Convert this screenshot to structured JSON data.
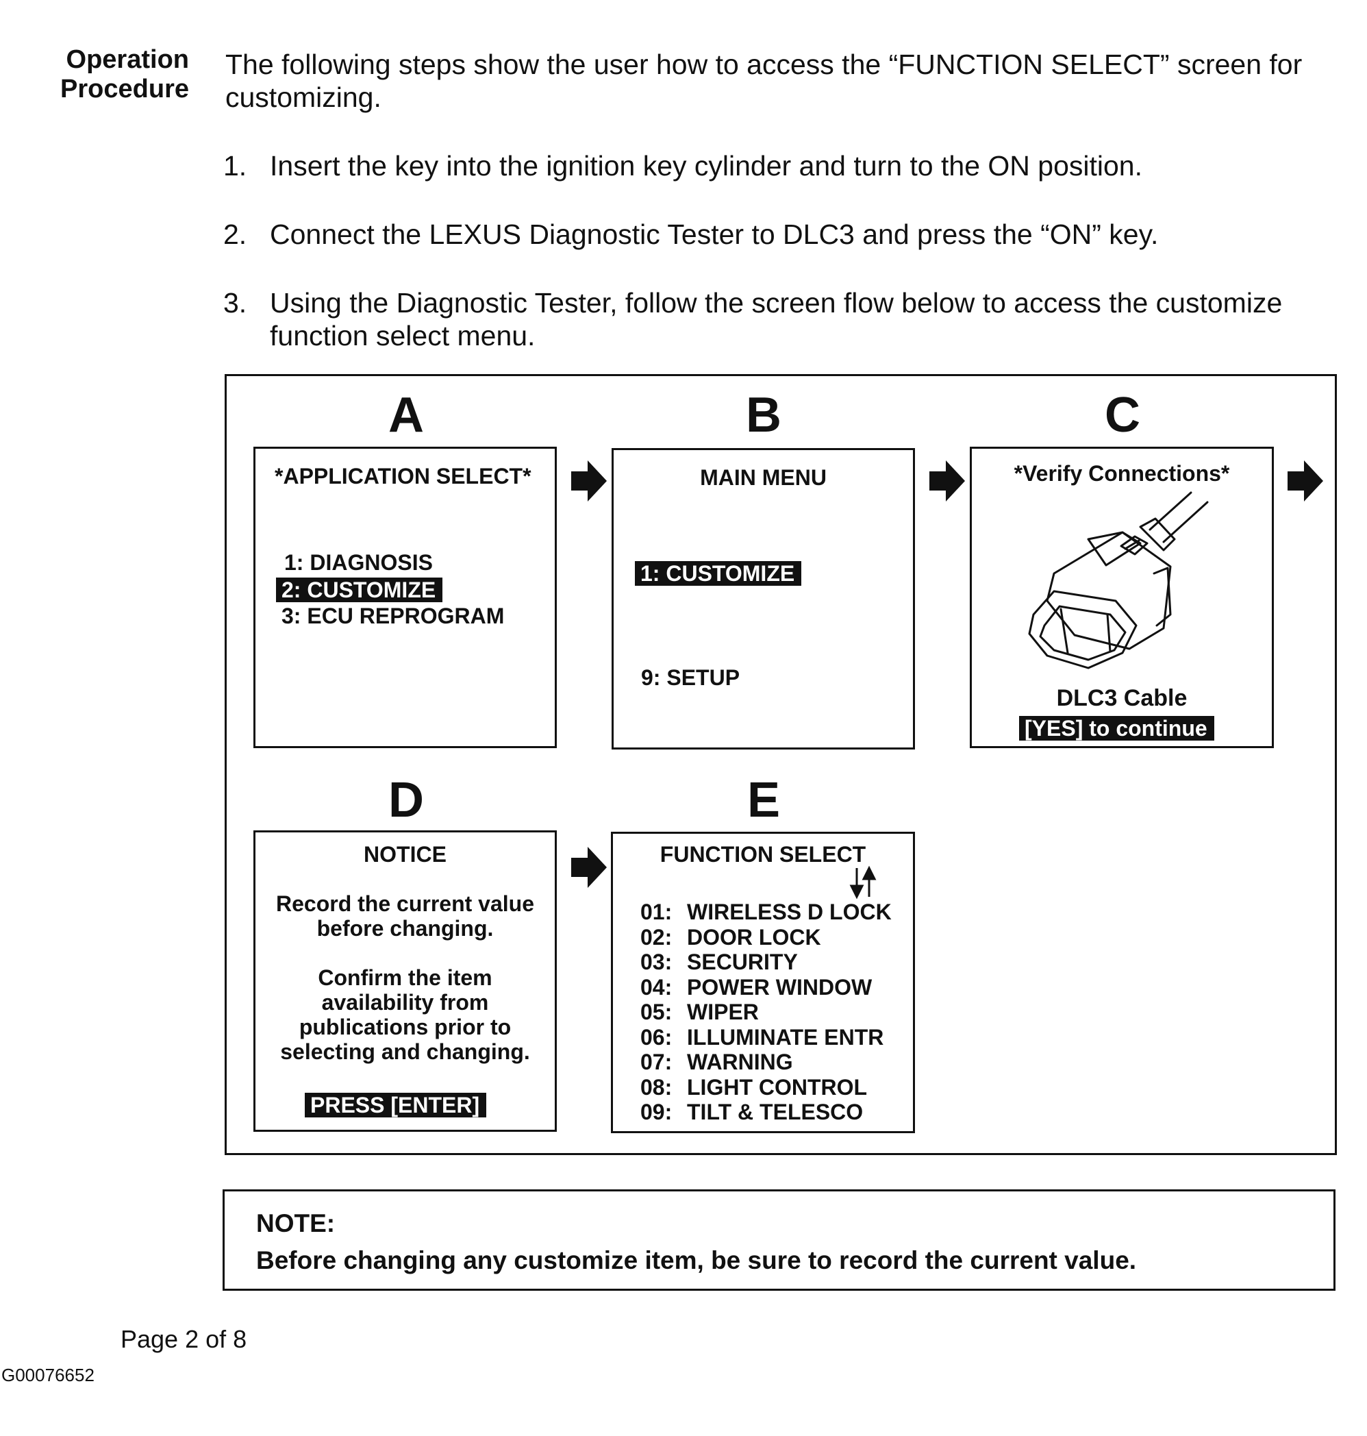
{
  "header": {
    "side_heading_line1": "Operation",
    "side_heading_line2": "Procedure",
    "intro": "The following steps show the user how to access the “FUNCTION SELECT” screen for customizing."
  },
  "steps": [
    {
      "num": "1.",
      "text": "Insert the key into the ignition key cylinder and turn to the ON position."
    },
    {
      "num": "2.",
      "text": "Connect the LEXUS Diagnostic Tester to DLC3 and press the “ON” key."
    },
    {
      "num": "3.",
      "text": "Using the Diagnostic Tester, follow the screen flow below to access the customize function select menu."
    }
  ],
  "flow": {
    "A": {
      "letter": "A",
      "title": "*APPLICATION SELECT*",
      "items": [
        "1: DIAGNOSIS",
        "2: CUSTOMIZE",
        "3: ECU REPROGRAM"
      ],
      "highlighted": "2: CUSTOMIZE"
    },
    "B": {
      "letter": "B",
      "title": "MAIN MENU",
      "items": [
        "1: CUSTOMIZE",
        "9: SETUP"
      ],
      "highlighted": "1: CUSTOMIZE"
    },
    "C": {
      "letter": "C",
      "title": "*Verify Connections*",
      "image": "dlc3-cable-connector-illustration",
      "caption": "DLC3 Cable",
      "prompt": "[YES] to continue"
    },
    "D": {
      "letter": "D",
      "title": "NOTICE",
      "para1": [
        "Record the current value",
        "before changing."
      ],
      "para2": [
        "Confirm the item",
        "availability from",
        "publications prior to",
        "selecting and changing."
      ],
      "prompt": "PRESS [ENTER]"
    },
    "E": {
      "letter": "E",
      "title": "FUNCTION SELECT",
      "scroll_icon": "up-down-arrows-icon",
      "items": [
        {
          "code": "01:",
          "name": "WIRELESS D LOCK"
        },
        {
          "code": "02:",
          "name": "DOOR LOCK"
        },
        {
          "code": "03:",
          "name": "SECURITY"
        },
        {
          "code": "04:",
          "name": "POWER WINDOW"
        },
        {
          "code": "05:",
          "name": "WIPER"
        },
        {
          "code": "06:",
          "name": "ILLUMINATE ENTR"
        },
        {
          "code": "07:",
          "name": "WARNING"
        },
        {
          "code": "08:",
          "name": "LIGHT CONTROL"
        },
        {
          "code": "09:",
          "name": "TILT & TELESCO"
        }
      ]
    },
    "arrow_icon": "right-arrow-icon"
  },
  "note": {
    "label": "NOTE:",
    "text": "Before changing any customize item, be sure to record the current value."
  },
  "footer": {
    "page": "Page 2 of 8",
    "code": "G00076652"
  }
}
